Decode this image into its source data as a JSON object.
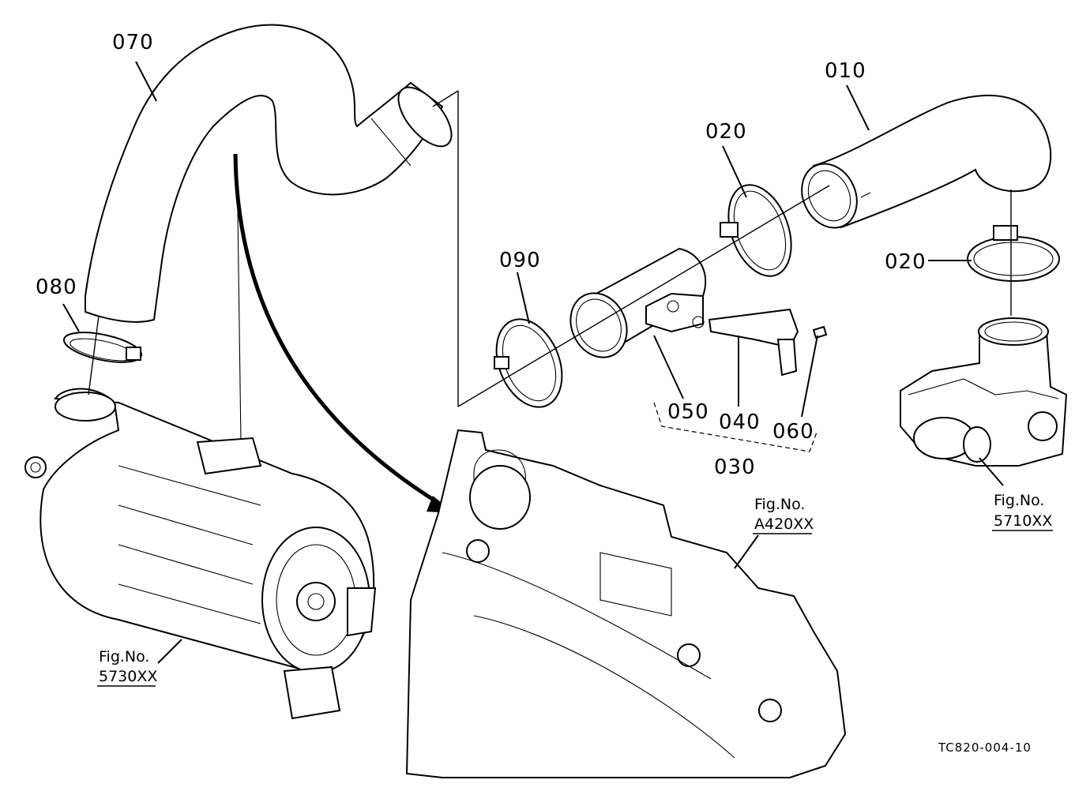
{
  "callouts": {
    "p010": "010",
    "p020a": "020",
    "p020b": "020",
    "p030": "030",
    "p040": "040",
    "p050": "050",
    "p060": "060",
    "p070": "070",
    "p080": "080",
    "p090": "090"
  },
  "figure_refs": {
    "air_cleaner": {
      "prefix": "Fig.No.",
      "number": "5730XX"
    },
    "bracket": {
      "prefix": "Fig.No.",
      "number": "A420XX"
    },
    "throttle": {
      "prefix": "Fig.No.",
      "number": "5710XX"
    }
  },
  "drawing_code": "TC820-004-10"
}
